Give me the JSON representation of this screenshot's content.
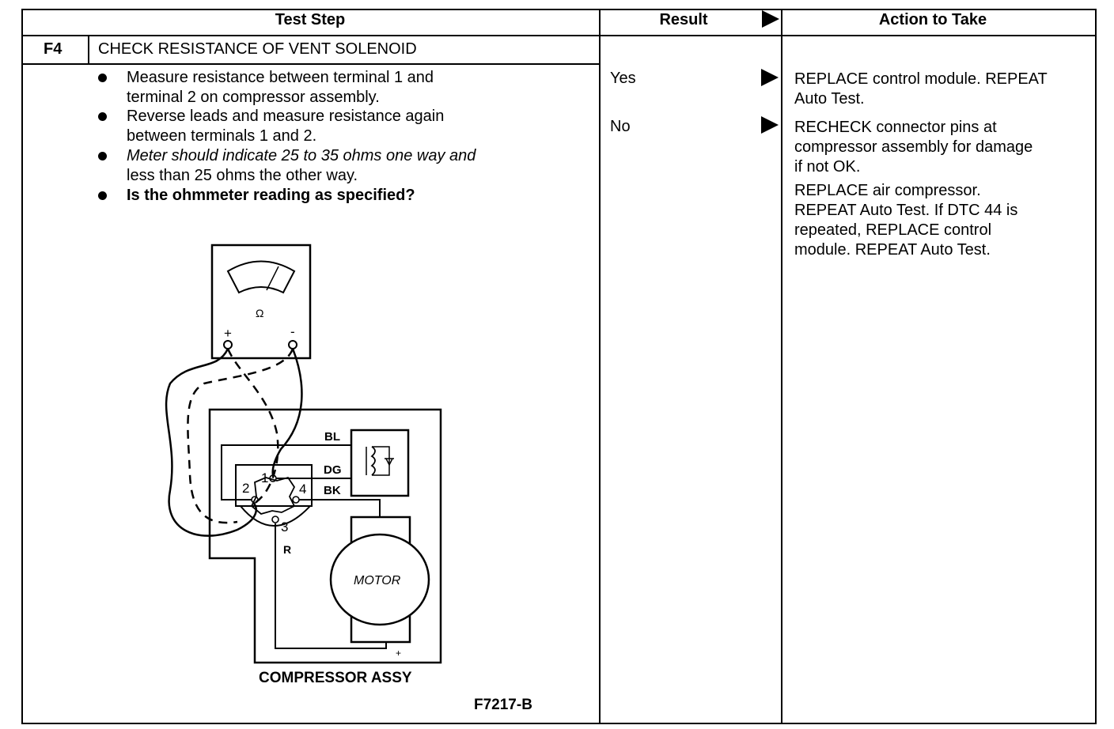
{
  "header": {
    "test_step": "Test Step",
    "result": "Result",
    "action": "Action to Take"
  },
  "step": {
    "id": "F4",
    "title": "CHECK RESISTANCE OF VENT SOLENOID",
    "bullets": [
      [
        "Measure resistance between terminal 1 and",
        "terminal 2 on compressor assembly."
      ],
      [
        "Reverse leads and measure resistance again",
        "between terminals 1 and 2."
      ],
      [
        "Meter should indicate 25 to 35 ohms one way and",
        "less than 25 ohms the other way."
      ],
      [
        "Is the ohmmeter reading as specified?"
      ]
    ]
  },
  "results": {
    "yes": "Yes",
    "no": "No"
  },
  "actions": {
    "yes": [
      "REPLACE control module. REPEAT",
      "Auto Test."
    ],
    "no_1": [
      "RECHECK connector pins at",
      "compressor assembly for damage",
      "if not OK."
    ],
    "no_2": [
      "REPLACE air compressor.",
      "REPEAT Auto Test. If DTC 44 is",
      "repeated, REPLACE control",
      "module. REPEAT Auto Test."
    ]
  },
  "diagram": {
    "meter_symbol": "Ω",
    "plus": "+",
    "minus": "-",
    "wire_bl": "BL",
    "wire_dg": "DG",
    "wire_bk": "BK",
    "wire_r": "R",
    "pin_1": "1",
    "pin_2": "2",
    "pin_3": "3",
    "pin_4": "4",
    "motor": "MOTOR",
    "motor_plus": "+",
    "caption": "COMPRESSOR ASSY",
    "figure_id": "F7217-B"
  }
}
